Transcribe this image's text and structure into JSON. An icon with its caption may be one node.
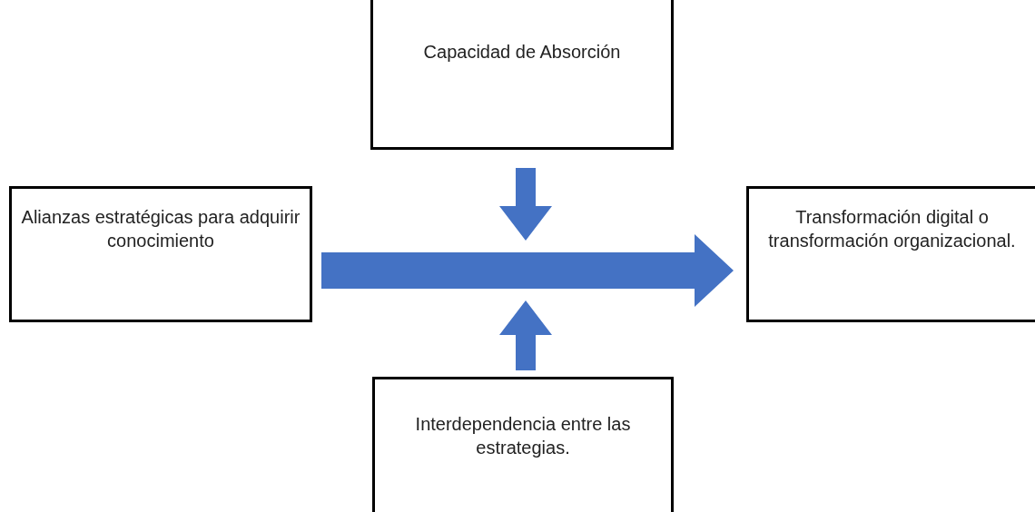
{
  "diagram": {
    "nodes": [
      {
        "text": [
          "Capacidad de Absorción"
        ]
      },
      {
        "text": [
          "Alianzas estratégicas para adquirir conocimiento"
        ]
      },
      {
        "text": [
          "Transformación digital o transformación organizacional."
        ]
      },
      {
        "text": [
          "Interdependencia entre las estrategias."
        ]
      }
    ],
    "edges": [
      {
        "from": 1,
        "to": 2,
        "arrow": "to",
        "style": "thick"
      },
      {
        "from": 0,
        "to": null,
        "arrow": "to"
      },
      {
        "from": 3,
        "to": null,
        "arrow": "to"
      }
    ]
  }
}
